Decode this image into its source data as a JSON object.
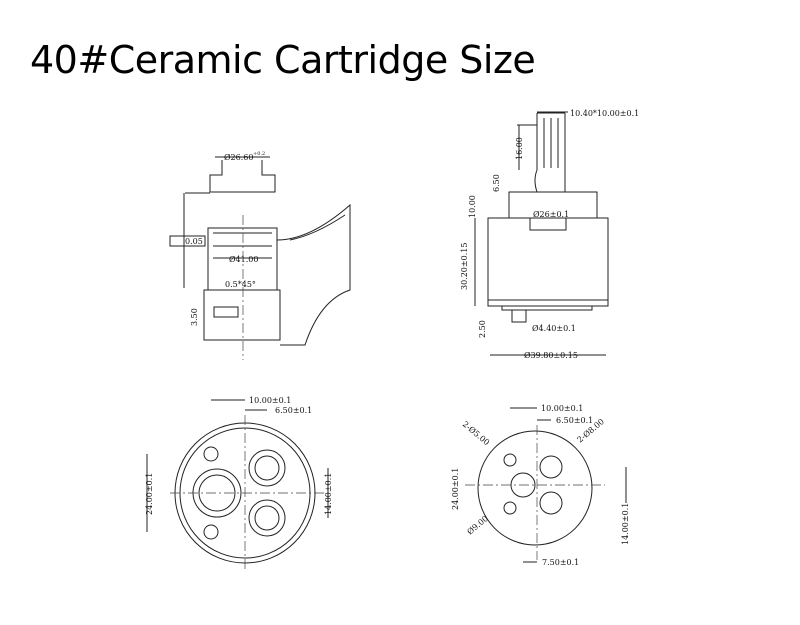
{
  "title": "40#Ceramic Cartridge Size",
  "side_view_left": {
    "top_diameter": "Ø26.60",
    "top_tolerance": "+0.2",
    "flatness": "0.05",
    "body_diameter": "Ø41.00",
    "chamfer": "0.5*45°",
    "step_height": "3.50"
  },
  "side_view_right": {
    "stem_size": "10.40*10.00±0.1",
    "stem_height": "16.00",
    "neck_height": "6.50",
    "collar_height": "10.00",
    "collar_diameter": "Ø26±0.1",
    "body_height": "30.20±0.15",
    "base_height": "2.50",
    "pin_diameter": "Ø4.40±0.1",
    "body_diameter": "Ø39.80±0.15"
  },
  "bottom_view_left": {
    "offset_a": "10.00±0.1",
    "offset_b": "6.50±0.1",
    "span_left": "24.00±0.1",
    "span_right": "14.00±0.1"
  },
  "bottom_view_right": {
    "offset_a": "10.00±0.1",
    "offset_b": "6.50±0.1",
    "small_holes": "2-Ø5.00",
    "large_holes": "2-Ø8.00",
    "span_left": "24.00±0.1",
    "center_hole": "Ø9.00",
    "span_right": "14.00±0.1",
    "offset_c": "7.50±0.1"
  }
}
